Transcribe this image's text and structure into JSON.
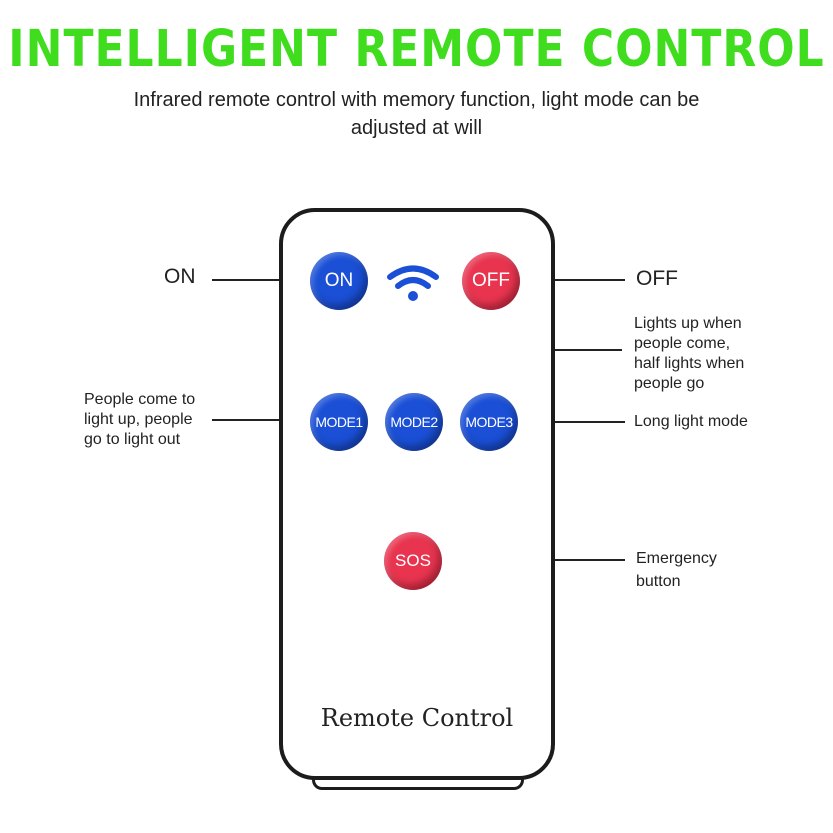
{
  "header": {
    "title": "INTELLIGENT REMOTE CONTROL",
    "subtitle": "Infrared remote control with memory function, light mode can be adjusted at will"
  },
  "remote": {
    "label": "Remote Control",
    "buttons": {
      "on": "ON",
      "off": "OFF",
      "mode1": "MODE1",
      "mode2": "MODE2",
      "mode3": "MODE3",
      "sos": "SOS"
    }
  },
  "callouts": {
    "on": "ON",
    "off": "OFF",
    "mode1_line1": "People come to",
    "mode1_line2": "light up, people",
    "mode1_line3": "go to light out",
    "mode2_line1": "Lights up when",
    "mode2_line2": "people come,",
    "mode2_line3": "half lights when",
    "mode2_line4": "people go",
    "mode3": "Long light mode",
    "sos_line1": "Emergency",
    "sos_line2": "button"
  },
  "icons": {
    "signal": "wifi-signal-icon"
  },
  "colors": {
    "title": "#3fdd1e",
    "blue_button": "#1a4fd6",
    "red_button": "#e8344f"
  }
}
